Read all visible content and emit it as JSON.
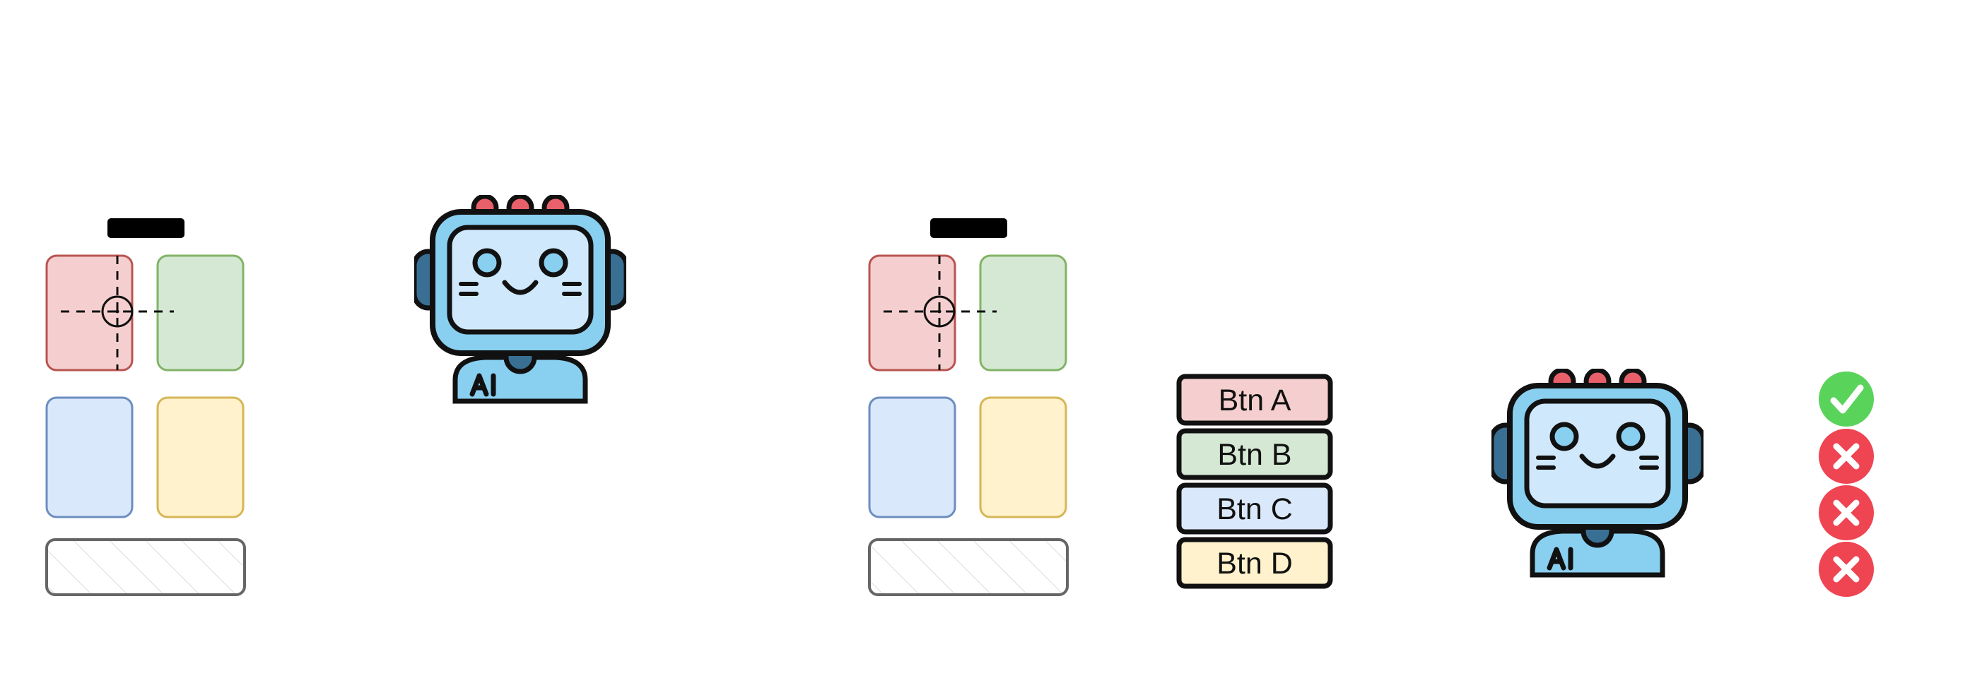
{
  "panels": {
    "left": {
      "tiles": [
        {
          "name": "red",
          "fill": "#f5cfcf",
          "stroke": "#b85450"
        },
        {
          "name": "green",
          "fill": "#d5e8d4",
          "stroke": "#82b366"
        },
        {
          "name": "blue",
          "fill": "#dae8fc",
          "stroke": "#6c8ebf"
        },
        {
          "name": "yellow",
          "fill": "#fff2cc",
          "stroke": "#d6b656"
        }
      ]
    },
    "right": {
      "tiles": [
        {
          "name": "red",
          "fill": "#f5cfcf",
          "stroke": "#b85450"
        },
        {
          "name": "green",
          "fill": "#d5e8d4",
          "stroke": "#82b366"
        },
        {
          "name": "blue",
          "fill": "#dae8fc",
          "stroke": "#6c8ebf"
        },
        {
          "name": "yellow",
          "fill": "#fff2cc",
          "stroke": "#d6b656"
        }
      ]
    }
  },
  "buttons": [
    {
      "label": "Btn A",
      "fill": "#f5cfcf"
    },
    {
      "label": "Btn B",
      "fill": "#d5e8d4"
    },
    {
      "label": "Btn C",
      "fill": "#dae8fc"
    },
    {
      "label": "Btn D",
      "fill": "#fff2cc"
    }
  ],
  "results": [
    {
      "status": "correct",
      "icon": "check-icon",
      "color": "#5ad35a"
    },
    {
      "status": "wrong",
      "icon": "cross-icon",
      "color": "#ef4452"
    },
    {
      "status": "wrong",
      "icon": "cross-icon",
      "color": "#ef4452"
    },
    {
      "status": "wrong",
      "icon": "cross-icon",
      "color": "#ef4452"
    }
  ],
  "robot": {
    "badge": "AI",
    "colors": {
      "body": "#89cff0",
      "screen": "#cfe8fb",
      "dark": "#3a6f94",
      "bulb": "#e8606a"
    }
  }
}
